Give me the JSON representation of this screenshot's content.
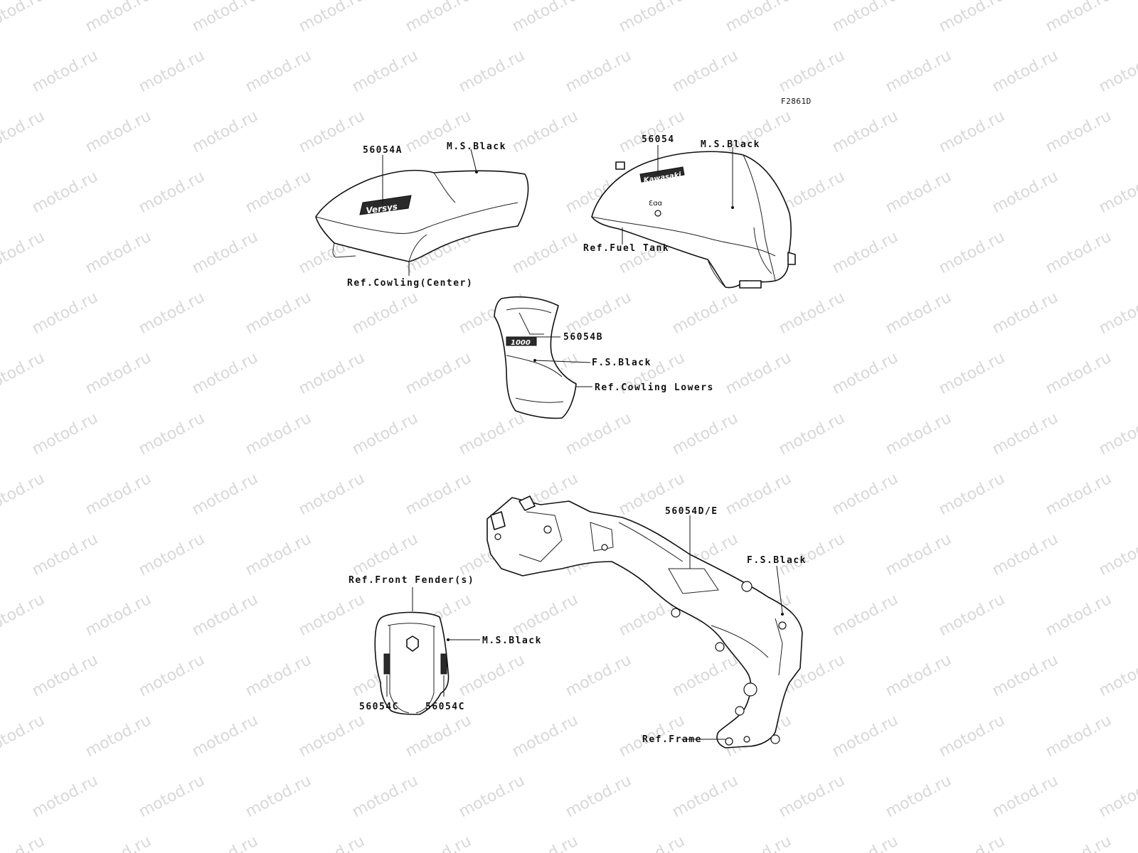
{
  "watermark": "motod.ru",
  "figure_code": "F2861D",
  "labels": {
    "cowling_center_part": "56054A",
    "cowling_center_color": "M.S.Black",
    "cowling_center_ref": "Ref.Cowling(Center)",
    "tank_part": "56054",
    "tank_color": "M.S.Black",
    "tank_ref": "Ref.Fuel Tank",
    "lower_part": "56054B",
    "lower_color": "F.S.Black",
    "lower_ref": "Ref.Cowling Lowers",
    "fender_ref": "Ref.Front Fender(s)",
    "fender_color": "M.S.Black",
    "fender_part_left": "56054C",
    "fender_part_right": "56054C",
    "frame_part": "56054D/E",
    "frame_color": "F.S.Black",
    "frame_ref": "Ref.Frame"
  },
  "decals": {
    "cowling_logo": "Versys",
    "tank_logo": "Kawasaki",
    "lower_logo": "1000"
  },
  "colors": {
    "line": "#111111",
    "watermark": "#d8d8d8",
    "background": "#ffffff"
  }
}
